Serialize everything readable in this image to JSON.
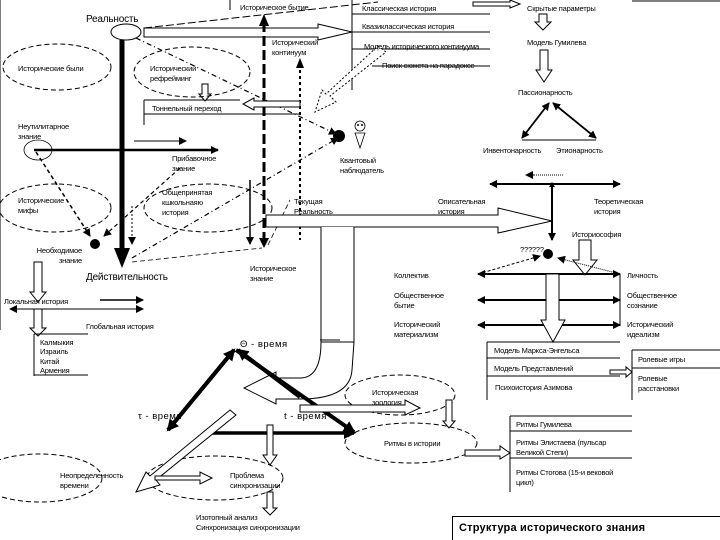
{
  "title": "Структура исторического знания",
  "nodes": {
    "reality": "Реальность",
    "historical_being": "Историческое бытие",
    "historical_continuum": "Исторический континуум",
    "historical_tales": "Исторические были",
    "historical_reframing": "Исторический рефрейминг",
    "tunnel_transition": "Тоннельный переход",
    "non_utilitarian_knowledge": "Неутилитарное знание",
    "surplus_knowledge": "Прибавочное знание",
    "quantum_observer": "Квантовый наблюдатель",
    "historical_myths": "Исторические мифы",
    "common_school_history": "Общепринятая кшкольнаяю история",
    "current_reality": "Текущая Реальность",
    "descriptive_history": "Описательная история",
    "theoretical_history": "Теоретическая история",
    "historiosophy": "Историософия",
    "question_marks": "??????",
    "necessary_knowledge": "Необходимое знание",
    "actuality": "Действительность",
    "historical_knowledge": "Историческое знание",
    "local_history": "Локальная история",
    "global_history": "Глобальная история",
    "collective": "Коллектив",
    "personality": "Личность",
    "social_being": "Общественное бытие",
    "social_consciousness": "Общественное сознание",
    "historical_materialism": "Исторический материализм",
    "historical_idealism": "Исторический идеализм",
    "theta_time": "Θ - время",
    "tau_time": "τ - время",
    "t_time": "t - время",
    "historical_zoology": "Историческая зоология",
    "rhythms_in_history": "Ритмы в истории",
    "uncertainty_of_time": "Неопределенность времени",
    "sync_problem": "Проблема синхронизации",
    "isotope_analysis": "Изотопный анализ",
    "sync_of_sync": "Синхронизация синхронизации"
  },
  "history_types": [
    "Классическая история",
    "Квазиклассическая история",
    "Модель исторического континуума",
    "Поиск сюжета на парадоксе"
  ],
  "gumilev_chain": {
    "hidden_params": "Скрытые параметры",
    "gumilev_model": "Модель Гумилева",
    "passionarity": "Пассионарность",
    "inventionarity": "Инвентонарность",
    "ethnonarity": "Этионарность"
  },
  "country_list": [
    "Калмыкия",
    "Израиль",
    "Китай",
    "Армения"
  ],
  "models_list": [
    "Модель Маркса-Энгельса",
    "Модель Представлений",
    "Психоистория Азимова"
  ],
  "role_list": [
    "Ролевые игры",
    "Ролевые расстановки"
  ],
  "rhythms_list": [
    "Ритмы Гумилева",
    "Ритмы Элистаева (пульсар Великой Степи)",
    "Ритмы Стогова (15-и вековой цикл)"
  ]
}
